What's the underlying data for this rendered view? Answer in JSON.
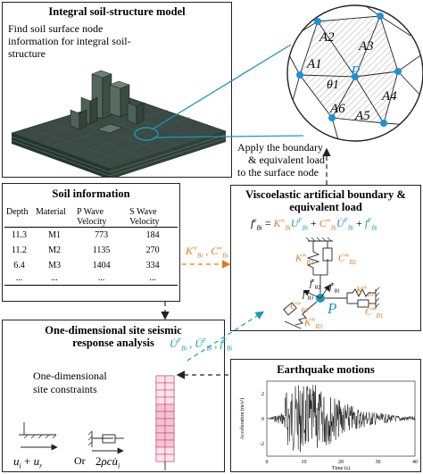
{
  "model_panel": {
    "title": "Integral soil-structure model",
    "text_lines": [
      "Find soil surface node",
      "information for integral soil-",
      "structure"
    ]
  },
  "node_circle": {
    "area_labels": [
      "A1",
      "A2",
      "A3",
      "A4",
      "A5",
      "A6"
    ],
    "angle_label": "θ1",
    "node_label": "P"
  },
  "apply_text": [
    "Apply the boundary",
    "& equivalent load",
    "to the surface node"
  ],
  "soil_panel": {
    "title": "Soil  information",
    "headers": [
      "Depth",
      "Material",
      "P  Wave Velocity",
      "S  Wave Velocity"
    ],
    "rows": [
      [
        "11.3",
        "M1",
        "773",
        "184"
      ],
      [
        "11.2",
        "M2",
        "1135",
        "270"
      ],
      [
        "6.4",
        "M3",
        "1404",
        "334"
      ],
      [
        "...",
        "...",
        "...",
        "..."
      ]
    ]
  },
  "boundary_panel": {
    "title_lines": [
      "Viscoelastic artificial boundary &",
      "equivalent load"
    ]
  },
  "k_c_label": "K∞Bi , C∞Bi",
  "u_label": "U̇FBi , ÜFBi , fFBi",
  "site_panel": {
    "title_lines": [
      "One-dimensional site seismic",
      "response analysis"
    ],
    "text_lines": [
      "One-dimensional",
      "site constraints"
    ],
    "or_label": "Or",
    "left_formula": "ui + ur",
    "right_formula": "2ρcu̇i"
  },
  "quake_panel": {
    "title": "Earthquake motions",
    "chart_data": {
      "type": "line",
      "xlabel": "Time (s)",
      "ylabel": "Acceleration (m/s²)",
      "xlim": [
        0,
        40
      ],
      "x_ticks": [
        "0",
        "10",
        "20",
        "30",
        "40"
      ],
      "y_ticks": [
        "2",
        "0",
        "-2"
      ]
    }
  },
  "colors": {
    "orange": "#e07a1f",
    "teal": "#1a9bb0",
    "blue_node": "#1e90d8",
    "border": "#222222"
  }
}
